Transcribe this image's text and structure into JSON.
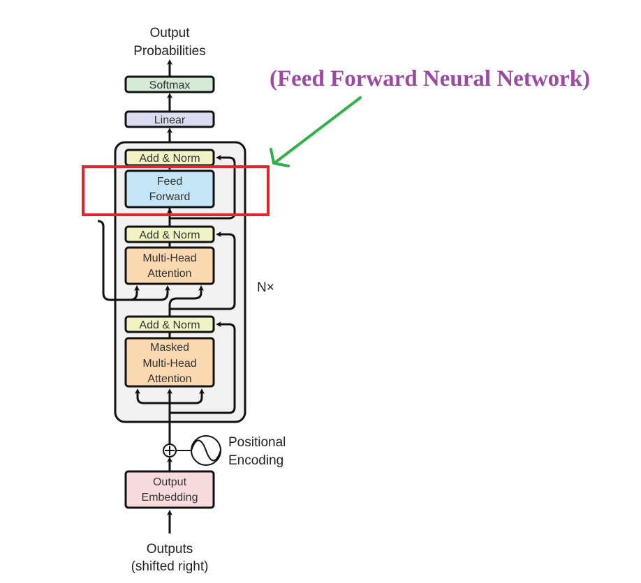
{
  "diagram": {
    "title_top": [
      "Output",
      "Probabilities"
    ],
    "softmax": "Softmax",
    "linear": "Linear",
    "decoder_block": {
      "repeat_label": "N×",
      "add_norm_top": "Add & Norm",
      "feed_forward": [
        "Feed",
        "Forward"
      ],
      "add_norm_mid": "Add & Norm",
      "multi_head_attention": [
        "Multi-Head",
        "Attention"
      ],
      "add_norm_bottom": "Add & Norm",
      "masked_attention": [
        "Masked",
        "Multi-Head",
        "Attention"
      ]
    },
    "positional_encoding": [
      "Positional",
      "Encoding"
    ],
    "output_embedding": [
      "Output",
      "Embedding"
    ],
    "inputs_label": [
      "Outputs",
      "(shifted right)"
    ],
    "annotation": "(Feed Forward Neural Network)",
    "colors": {
      "softmax": "#d5ead6",
      "linear": "#dcdcf0",
      "add_norm": "#f2f3c4",
      "feed_forward": "#c4e5f5",
      "attention": "#fbd9b0",
      "embedding": "#f8dcdd",
      "block_bg": "#f2f2f2",
      "highlight": "#e0262c",
      "arrow": "#2fb14a",
      "annotation": "#9b4aa3"
    }
  }
}
